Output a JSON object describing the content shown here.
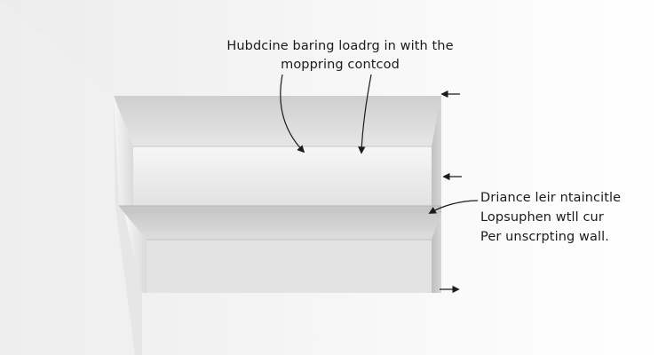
{
  "annotations": {
    "top": {
      "lines": [
        "Hubdcine baring loadrg in with the",
        "moppring contcod"
      ]
    },
    "side": {
      "lines": [
        "Driance leir ntaincitle",
        "Lopsuphen wtll cur",
        "Per unscrpting wall."
      ]
    }
  },
  "colors": {
    "ink": "#1b1b1b",
    "shelf_light": "#f0f0f0",
    "shelf_mid": "#dcdcdc",
    "shelf_dark": "#b9b9b9",
    "wall": "#ffffff"
  },
  "icons": [
    "arrow-left-icon",
    "arrow-left-icon",
    "arrow-right-icon"
  ]
}
